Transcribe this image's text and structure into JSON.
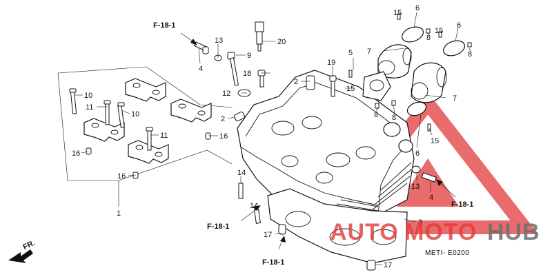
{
  "diagram": {
    "code": "METI- E0200",
    "direction_label": "FR.",
    "colors": {
      "line": "#111111",
      "watermark": "#e23a3a",
      "watermark_text_dark": "#6d6d6d"
    }
  },
  "callouts": {
    "c1": "1",
    "c2a": "2",
    "c2b": "2",
    "c3": "3",
    "c4a": "4",
    "c4b": "4",
    "c5": "5",
    "c6a": "6",
    "c6b": "6",
    "c6c": "6",
    "c7a": "7",
    "c7b": "7",
    "c8a": "8",
    "c8b": "8",
    "c8c": "8",
    "c9": "9",
    "c10a": "10",
    "c10b": "10",
    "c11a": "11",
    "c11b": "11",
    "c12": "12",
    "c13a": "13",
    "c13b": "13",
    "c14a": "14",
    "c14b": "14",
    "c15a": "15",
    "c15b": "15",
    "c15c": "15",
    "c15d": "15",
    "c16a": "16",
    "c16b": "16",
    "c16c": "16",
    "c17a": "17",
    "c17b": "17",
    "c18": "18",
    "c19": "19",
    "c20": "20"
  },
  "references": {
    "r1": "F-18-1",
    "r2": "F-18-1",
    "r3": "F-18-1",
    "r4": "F-18-1"
  },
  "watermark": {
    "part1": "AUTO",
    "part2": "MOTO",
    "part3": "HUB",
    "icon": "warning-triangle-icon"
  }
}
